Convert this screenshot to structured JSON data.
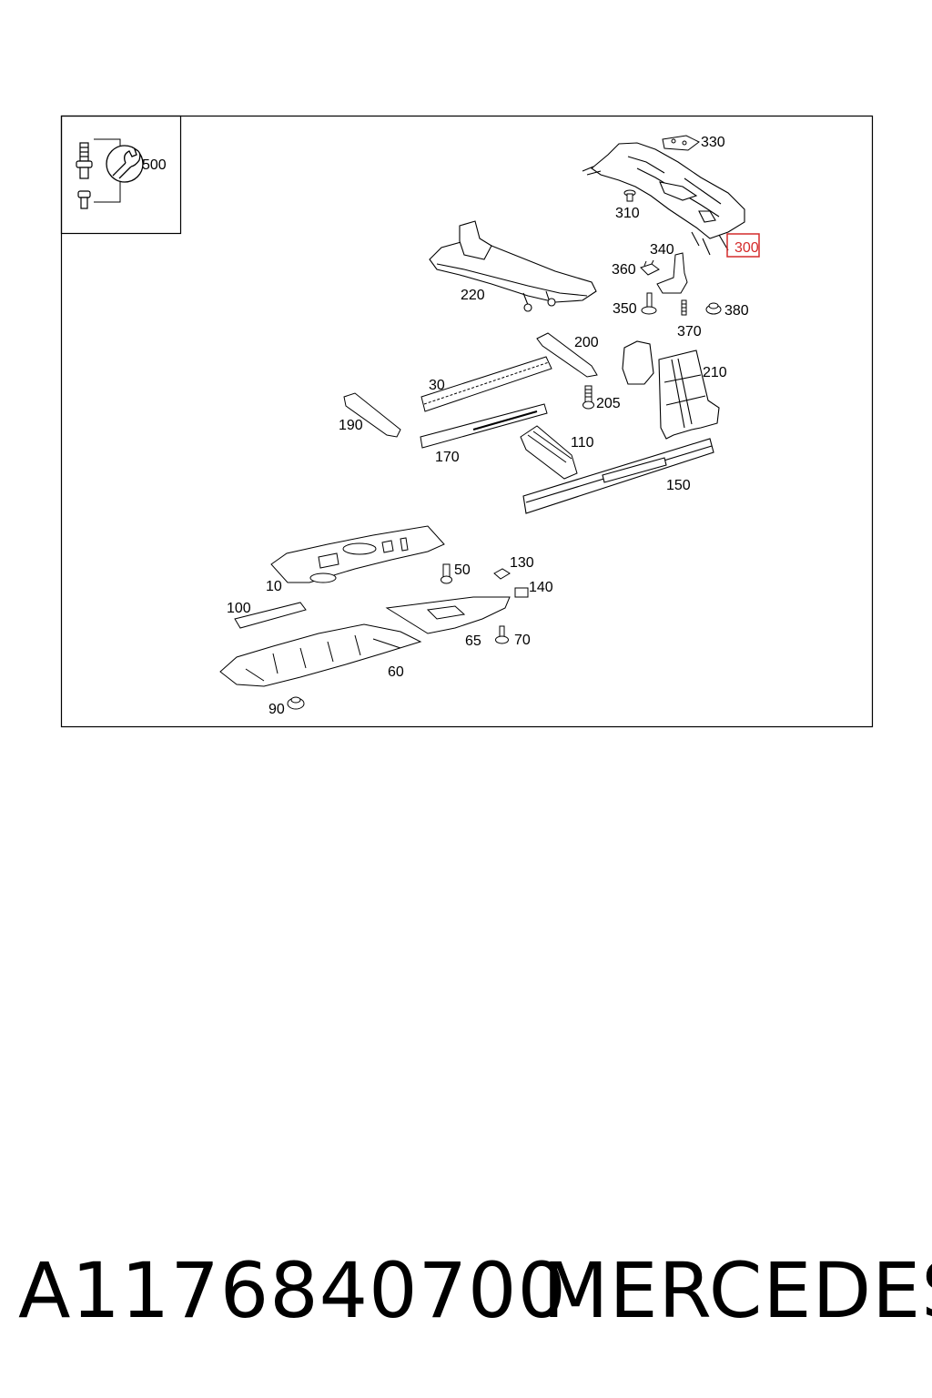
{
  "legend": {
    "tool_label": "500"
  },
  "labels": {
    "p10": "10",
    "p30": "30",
    "p50": "50",
    "p60": "60",
    "p65": "65",
    "p70": "70",
    "p90": "90",
    "p100": "100",
    "p110": "110",
    "p130": "130",
    "p140": "140",
    "p150": "150",
    "p170": "170",
    "p190": "190",
    "p200": "200",
    "p205": "205",
    "p210": "210",
    "p220": "220",
    "p300": "300",
    "p310": "310",
    "p330": "330",
    "p340": "340",
    "p350": "350",
    "p360": "360",
    "p370": "370",
    "p380": "380"
  },
  "highlight": {
    "part": "300",
    "color": "#d42b2b"
  },
  "footer": {
    "part_number": "A1176840700",
    "brand": "MERCEDES"
  }
}
